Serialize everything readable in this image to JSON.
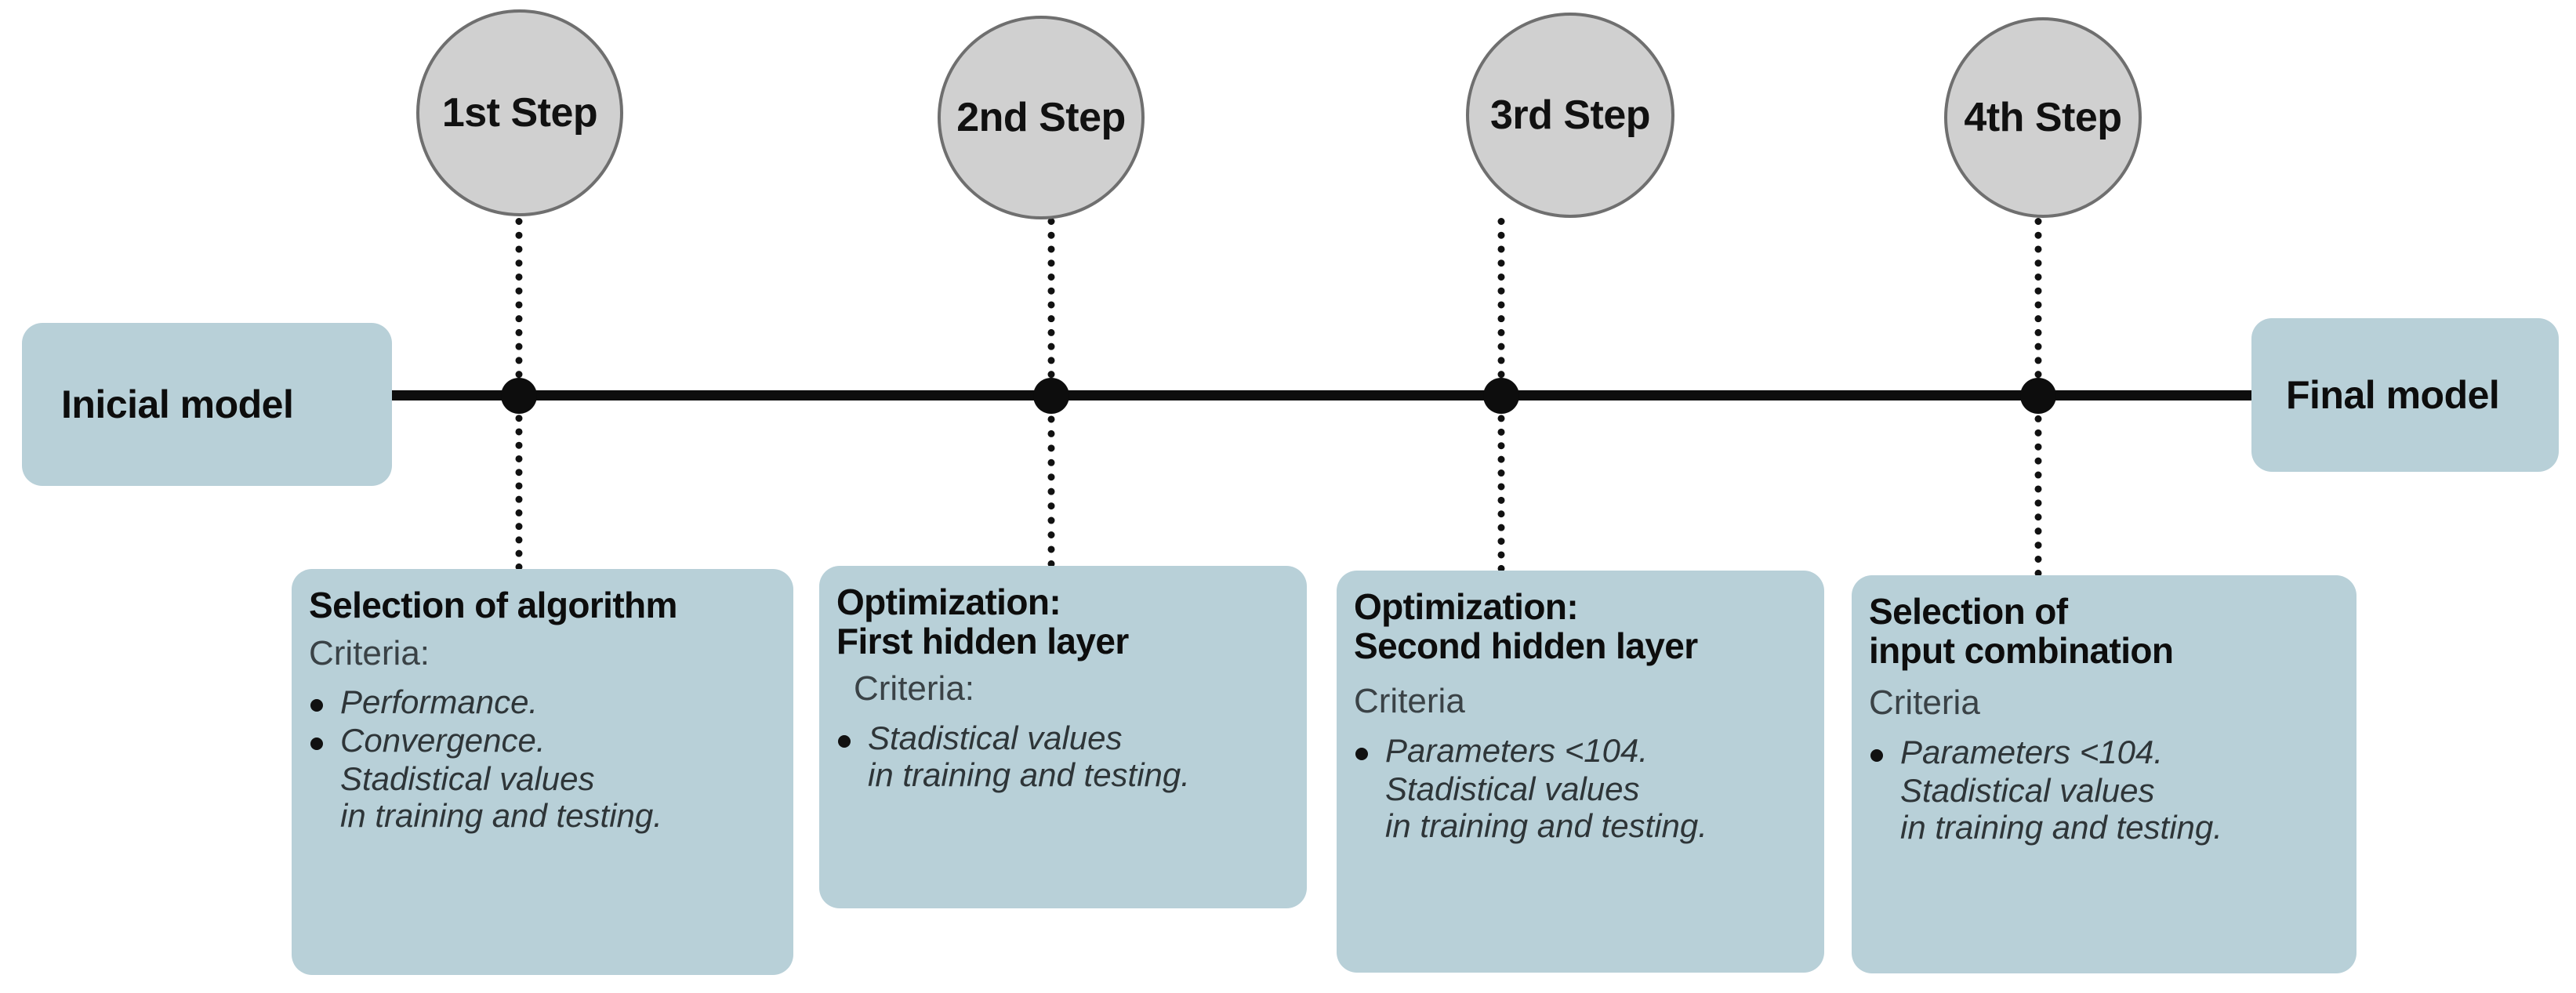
{
  "colors": {
    "card_bg": "#b8d0d8",
    "circle_fill": "#d0d0d0",
    "circle_stroke": "#6f6f6f",
    "spine": "#0d0d0d",
    "text": "#0d0d0d",
    "muted_text": "#3a4246"
  },
  "timeline": {
    "start_box_label": "Inicial model",
    "end_box_label": "Final model",
    "steps": [
      {
        "circle_label": "1st Step"
      },
      {
        "circle_label": "2nd Step"
      },
      {
        "circle_label": "3rd Step"
      },
      {
        "circle_label": "4th Step"
      }
    ]
  },
  "cards": [
    {
      "title": "Selection of algorithm",
      "criteria_label": "Criteria:",
      "bullets": [
        "Performance.",
        "Convergence."
      ],
      "tail": "Stadistical values\nin training and testing."
    },
    {
      "title": "Optimization:\nFirst hidden layer",
      "criteria_label": "Criteria:",
      "bullets": [
        "Stadistical values\nin training and testing."
      ],
      "tail": ""
    },
    {
      "title": "Optimization:\nSecond hidden layer",
      "criteria_label": "Criteria",
      "bullets": [
        "Parameters <104."
      ],
      "tail": "Stadistical values\nin training and testing."
    },
    {
      "title": "Selection of\ninput combination",
      "criteria_label": "Criteria",
      "bullets": [
        "Parameters <104."
      ],
      "tail": "Stadistical values\nin training and testing."
    }
  ]
}
